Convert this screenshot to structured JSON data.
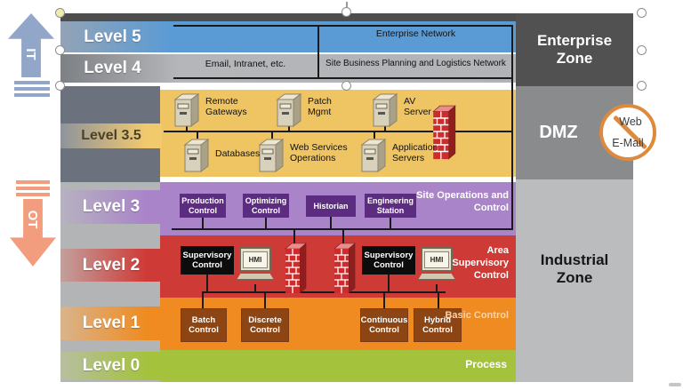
{
  "levels": {
    "l5": "Level 5",
    "l4": "Level 4",
    "l35": "Level 3.5",
    "l3": "Level 3",
    "l2": "Level 2",
    "l1": "Level 1",
    "l0": "Level 0"
  },
  "zones": {
    "enterprise": "Enterprise Zone",
    "dmz": "DMZ",
    "industrial": "Industrial Zone"
  },
  "networks": {
    "enterprise": "Enterprise Network",
    "email": "Email, Intranet, etc.",
    "site_business": "Site Business Planning and Logistics Network"
  },
  "dmz": {
    "servers": [
      "Remote Gateways",
      "Patch Mgmt",
      "AV Server",
      "Databases",
      "Web Services Operations",
      "Application Servers"
    ]
  },
  "level3": {
    "boxes": [
      "Production Control",
      "Optimizing Control",
      "Historian",
      "Engineering Station"
    ],
    "note": "Site Operations and Control"
  },
  "level2": {
    "supervisory": "Supervisory Control",
    "hmi": "HMI",
    "note": "Area Supervisory Control"
  },
  "level1": {
    "boxes": [
      "Batch Control",
      "Discrete Control",
      "Continuous Control",
      "Hybrid Control"
    ],
    "note": "Basic Control"
  },
  "level0": {
    "note": "Process"
  },
  "arrows": {
    "it": "IT",
    "ot": "OT"
  },
  "blocked": {
    "line1": "Web",
    "line2": "E-Mail"
  },
  "colors": {
    "level5_blue": "#5b9bd5",
    "level4_gray": "#b1b3b6",
    "dmz_yellow": "#efc463",
    "level3_purple": "#aa84c8",
    "level3_box": "#5c2c80",
    "level2_red": "#ce3a36",
    "level1_orange": "#ef8b21",
    "level1_box": "#8c4513",
    "level0_green": "#a5c23d",
    "enterprise_zone": "#515151",
    "dmz_zone": "#8a8b8d",
    "industrial_zone": "#bbbcbe",
    "firewall_red": "#cf2b2b",
    "it_arrow": "#92a6c9",
    "ot_arrow": "#f29e7e",
    "blocked_ring": "#dd8a3e"
  }
}
